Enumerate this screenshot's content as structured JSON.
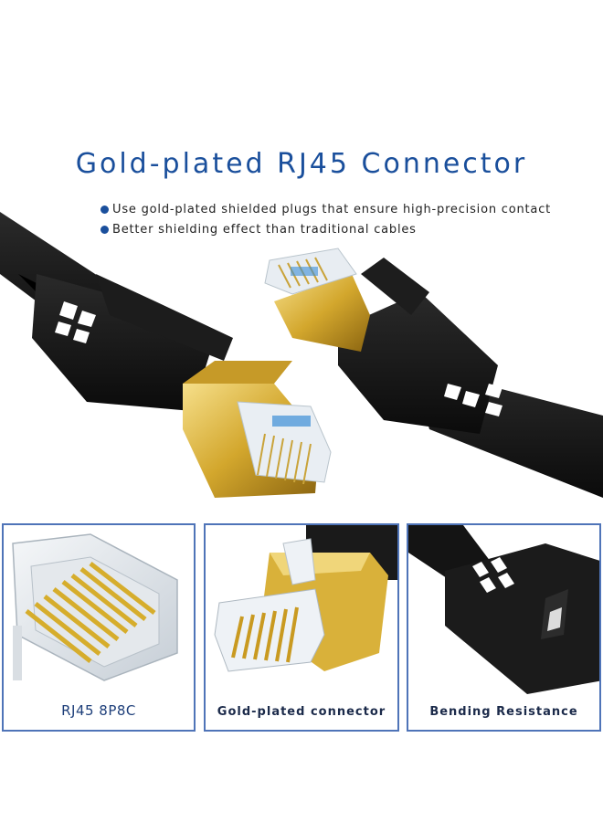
{
  "title": "Gold-plated RJ45 Connector",
  "bullets": [
    "Use gold-plated shielded plugs that ensure high-precision contact",
    "Better shielding effect than traditional cables"
  ],
  "panels": [
    {
      "caption": "RJ45 8P8C",
      "icon": "rj45-plug-closeup"
    },
    {
      "caption": "Gold-plated connector",
      "icon": "gold-plated-connector"
    },
    {
      "caption": "Bending Resistance",
      "icon": "flat-cable-bend"
    }
  ],
  "colors": {
    "title_blue": "#1a4f9c",
    "panel_border": "#4f74b8",
    "cable_black": "#151515",
    "gold": "#d8b23a"
  }
}
